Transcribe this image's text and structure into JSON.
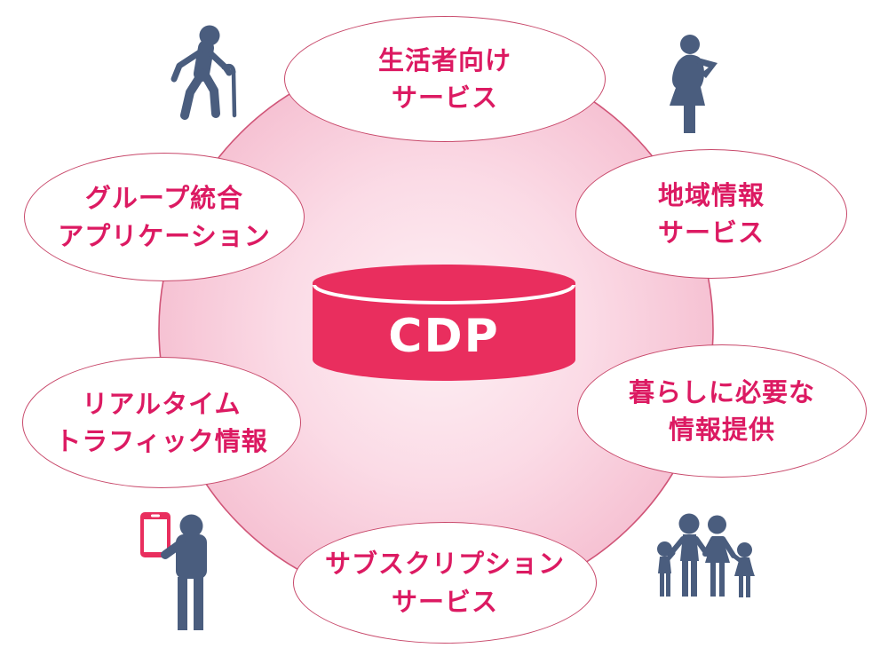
{
  "diagram": {
    "center": {
      "label": "CDP"
    },
    "nodes": [
      {
        "id": "consumer-services",
        "line1": "生活者向け",
        "line2": "サービス"
      },
      {
        "id": "group-apps",
        "line1": "グループ統合",
        "line2": "アプリケーション"
      },
      {
        "id": "regional-info",
        "line1": "地域情報",
        "line2": "サービス"
      },
      {
        "id": "realtime-traffic",
        "line1": "リアルタイム",
        "line2": "トラフィック情報"
      },
      {
        "id": "living-info",
        "line1": "暮らしに必要な",
        "line2": "情報提供"
      },
      {
        "id": "subscription",
        "line1": "サブスクリプション",
        "line2": "サービス"
      }
    ],
    "icons": [
      {
        "name": "elderly-person-with-cane-icon"
      },
      {
        "name": "pregnant-woman-icon"
      },
      {
        "name": "person-holding-smartphone-icon"
      },
      {
        "name": "family-icon"
      }
    ],
    "colors": {
      "accent": "#e92e5e",
      "node_text": "#dc1a62",
      "node_border": "#c8496b",
      "circle_border": "#d05578",
      "circle_center": "#fdf0f4",
      "circle_mid": "#fbdbe6",
      "circle_edge": "#f6c2d3",
      "icon": "#4a5d7e",
      "phone_screen": "#ffffff",
      "cdp_text": "#ffffff"
    }
  }
}
